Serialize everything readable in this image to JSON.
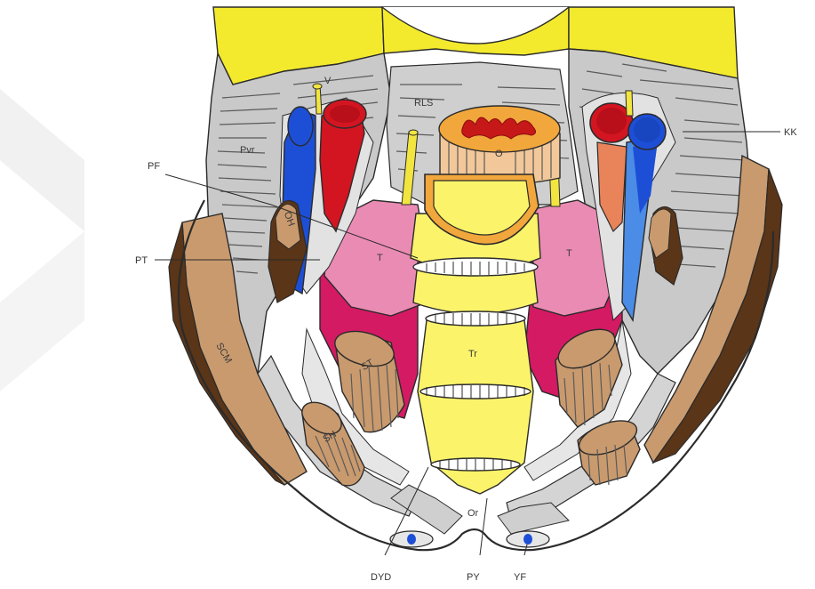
{
  "labels": {
    "V": "V",
    "RLS": "RLS",
    "Pvr": "Pvr",
    "O": "O",
    "PF": "PF",
    "OH": "OH",
    "PT": "PT",
    "T_left": "T",
    "T_right": "T",
    "KK": "KK",
    "ST": "ST",
    "Tr": "Tr",
    "SCM": "SCM",
    "SH": "SH",
    "Or": "Or",
    "DYD": "DYD",
    "PY": "PY",
    "YF": "YF"
  },
  "colors": {
    "fat": "#f3ea2e",
    "trachea": "#fbf36a",
    "trachea_ring": "#ffffff",
    "esophagus": "#f2c89a",
    "esophagus_lumen": "#c61818",
    "artery": "#d31522",
    "vein": "#1d4fd6",
    "vein_light": "#4a8ce6",
    "thyroid_pink": "#ea8bb3",
    "thyroid_magenta": "#d41a63",
    "muscle_brown": "#8a5a33",
    "muscle_tan": "#c99a6e",
    "muscle_dark": "#5a3518",
    "fascia_gray": "#c9c9c9",
    "fascia_light": "#e6e6e6",
    "nerve": "#f3e540",
    "orange_muscle": "#e8835a",
    "skin_outline": "#2b2b2b"
  }
}
